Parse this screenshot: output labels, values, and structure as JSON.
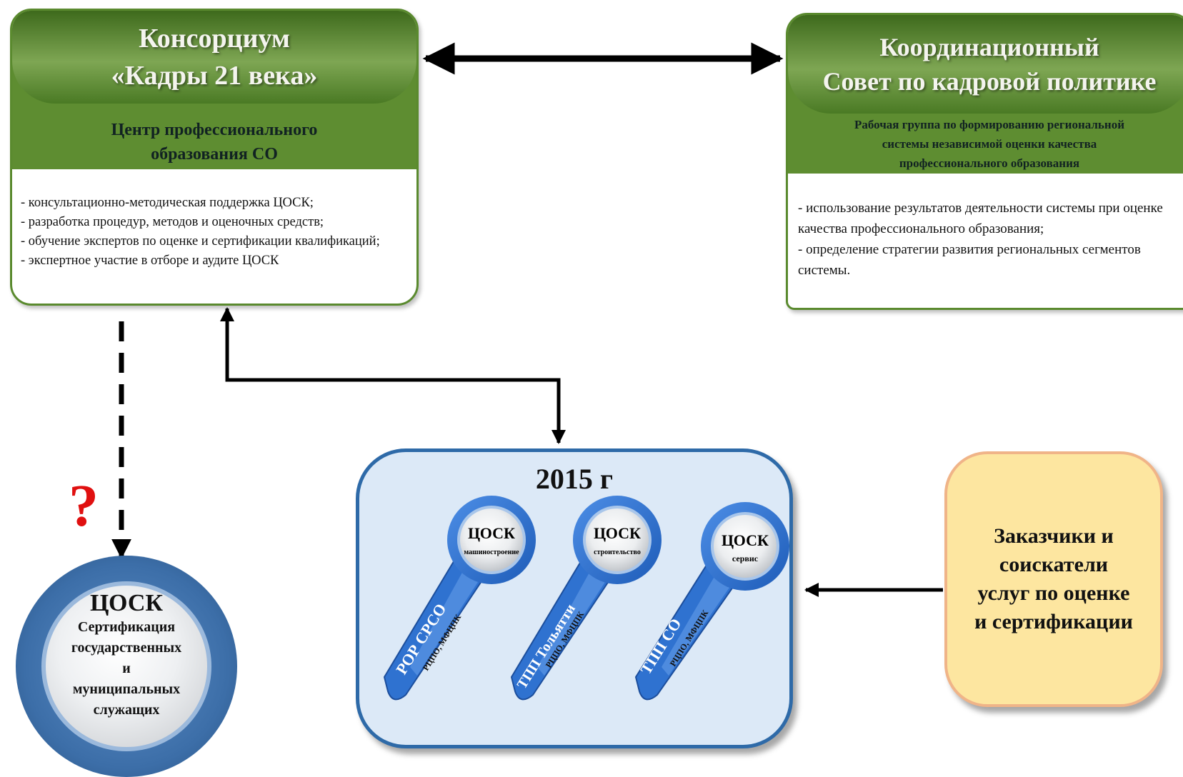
{
  "consortium": {
    "title_line1": "Консорциум",
    "title_line2": "«Кадры 21 века»",
    "subtitle_line1": "Центр профессионального",
    "subtitle_line2": "образования СО",
    "items": [
      "- консультационно-методическая поддержка ЦОСК;",
      "- разработка процедур, методов и оценочных средств;",
      "- обучение экспертов по оценке и сертификации квалификаций;",
      "- экспертное участие в отборе и аудите  ЦОСК"
    ]
  },
  "council": {
    "title_line1": "Координационный",
    "title_line2": "Совет по кадровой политике",
    "subtitle_line1": "Рабочая группа по формированию региональной",
    "subtitle_line2": "системы независимой оценки качества",
    "subtitle_line3": "профессионального образования",
    "items": [
      "- использование результатов деятельности системы при оценке качества профессионального образования;",
      "- определение стратегии развития региональных сегментов системы."
    ]
  },
  "year_box": {
    "year": "2015 г",
    "keys": [
      {
        "head": "ЦОСК",
        "area": "машиностроение",
        "tag1": "РОР СРСО",
        "tag2": "РЦПО, МФЦПК"
      },
      {
        "head": "ЦОСК",
        "area": "строительство",
        "tag1": "ТПП Тольятти",
        "tag2": "РЦПО, МФЦПК"
      },
      {
        "head": "ЦОСК",
        "area": "сервис",
        "tag1": "ТПП СО",
        "tag2": "РЦПО, МФЦПК"
      }
    ]
  },
  "customers": {
    "line1": "Заказчики и",
    "line2": "соискатели",
    "line3": "услуг по оценке",
    "line4": "и сертификации"
  },
  "civil_center": {
    "head": "ЦОСК",
    "line1": "Сертификация",
    "line2": "государственных",
    "line3": "и",
    "line4": "муниципальных",
    "line5": "служащих"
  },
  "question_mark": "?",
  "colors": {
    "green_dark": "#3e6a1c",
    "green": "#5e8d31",
    "blue_border": "#2e6aa8",
    "blue_fill": "#dce9f7",
    "key_blue": "#2f72d0",
    "customer_fill": "#fde6a0",
    "question_red": "#e01010"
  }
}
